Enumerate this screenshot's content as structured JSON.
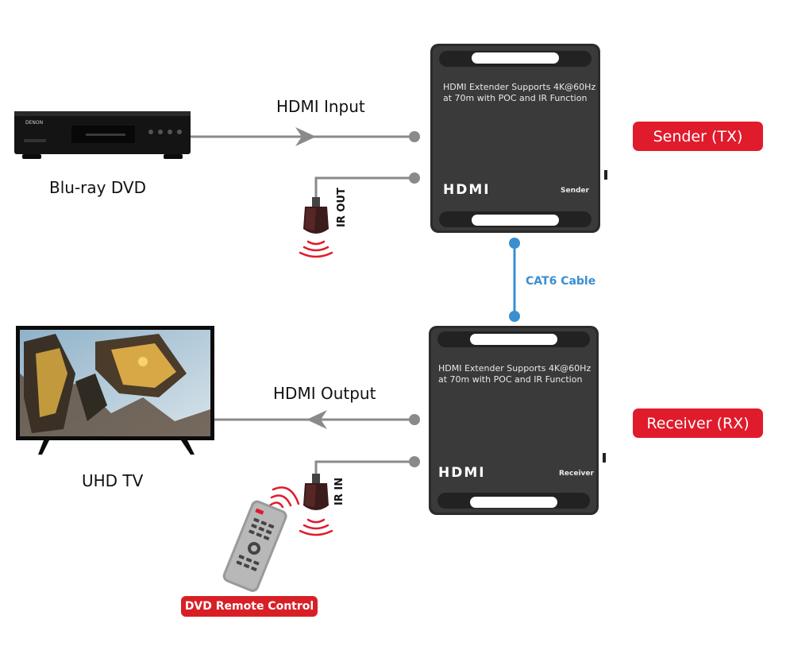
{
  "source": {
    "label": "Blu-ray DVD",
    "brand": "DENON",
    "flow_label": "HDMI Input",
    "ir_label": "IR OUT"
  },
  "display": {
    "label": "UHD TV",
    "flow_label": "HDMI Output",
    "ir_label": "IR IN"
  },
  "sender": {
    "description_line1": "HDMI Extender Supports 4K@60Hz",
    "description_line2": "at 70m with POC and IR Function",
    "logo": "HDMI",
    "role": "Sender",
    "badge": "Sender (TX)"
  },
  "receiver": {
    "description_line1": "HDMI Extender Supports 4K@60Hz",
    "description_line2": "at 70m with POC and IR Function",
    "logo": "HDMI",
    "role": "Receiver",
    "badge": "Receiver (RX)"
  },
  "cable": {
    "label": "CAT6 Cable"
  },
  "remote": {
    "label": "DVD Remote Control"
  },
  "colors": {
    "badge_red": "#e01b2b",
    "cable_blue": "#3a8fd0",
    "line_gray": "#8a8a8a",
    "box_dark": "#3a3a3a"
  }
}
